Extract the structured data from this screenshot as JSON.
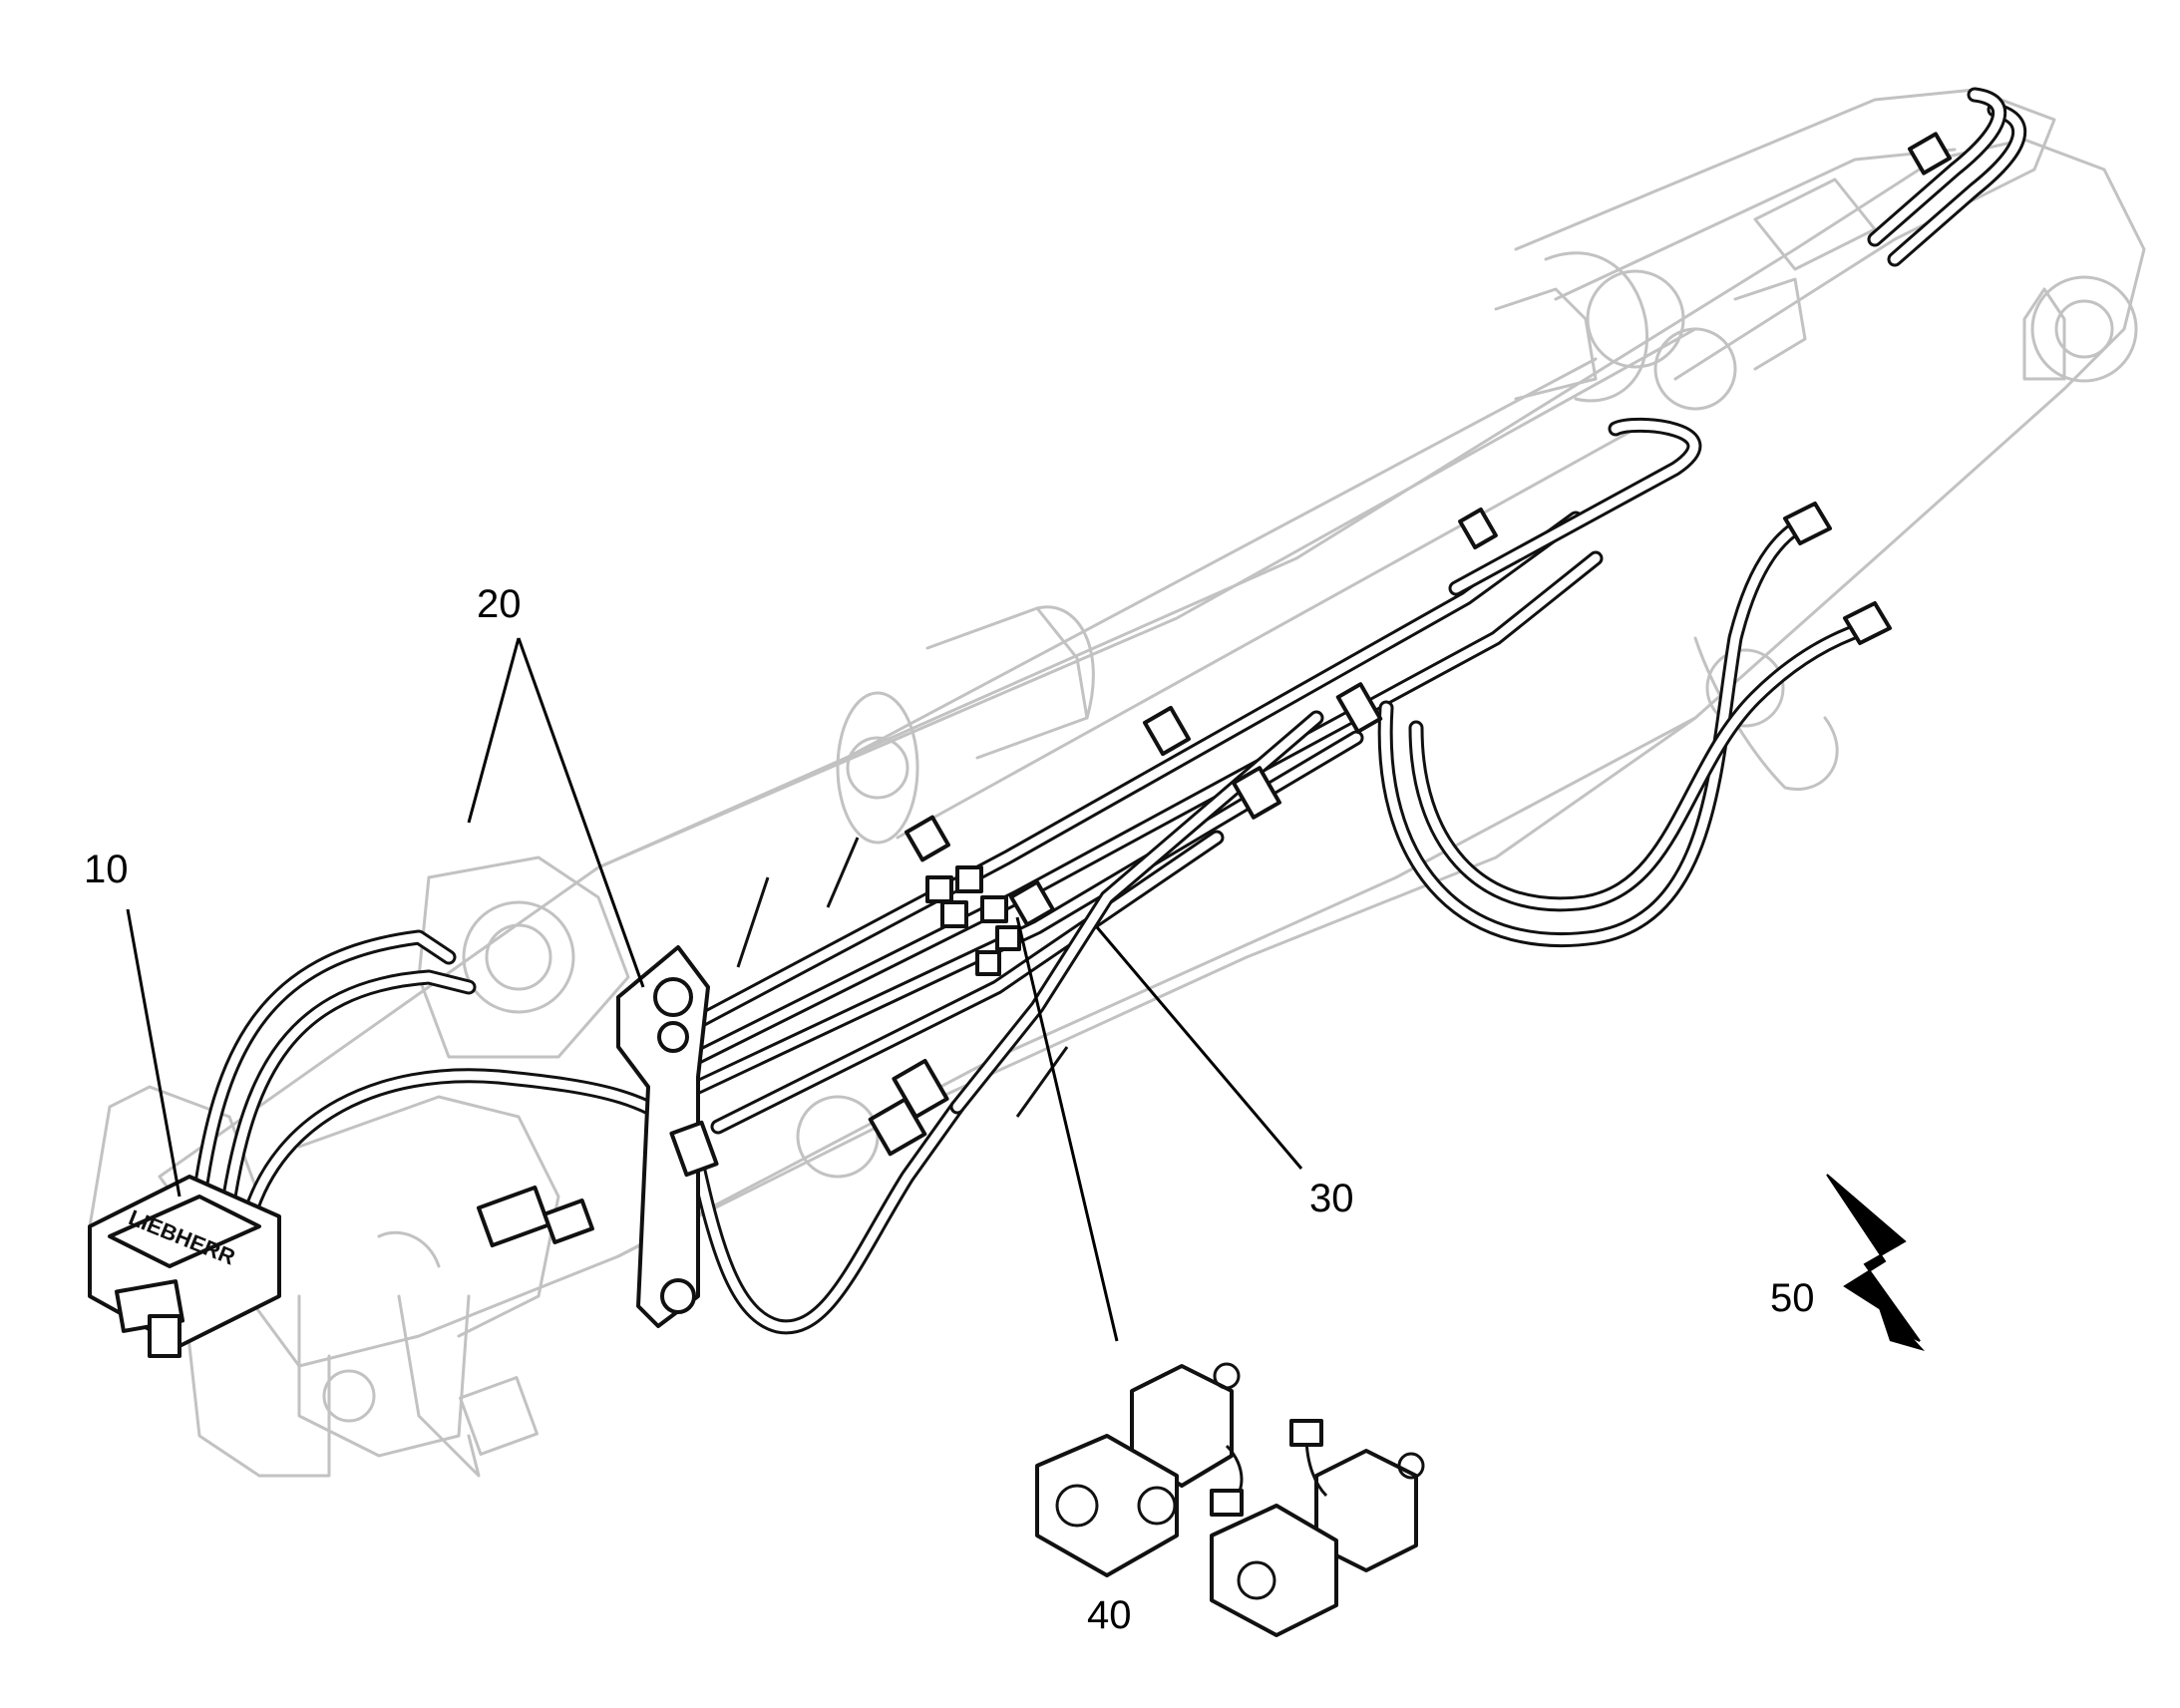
{
  "callouts": [
    {
      "id": "10",
      "text": "10"
    },
    {
      "id": "20",
      "text": "20"
    },
    {
      "id": "30",
      "text": "30"
    },
    {
      "id": "40",
      "text": "40"
    },
    {
      "id": "50",
      "text": "50"
    }
  ],
  "logo_text": "LIEBHERR",
  "colors": {
    "ghost_outline": "#c2c2c2",
    "hose_outline": "#111111",
    "background": "#ffffff"
  }
}
